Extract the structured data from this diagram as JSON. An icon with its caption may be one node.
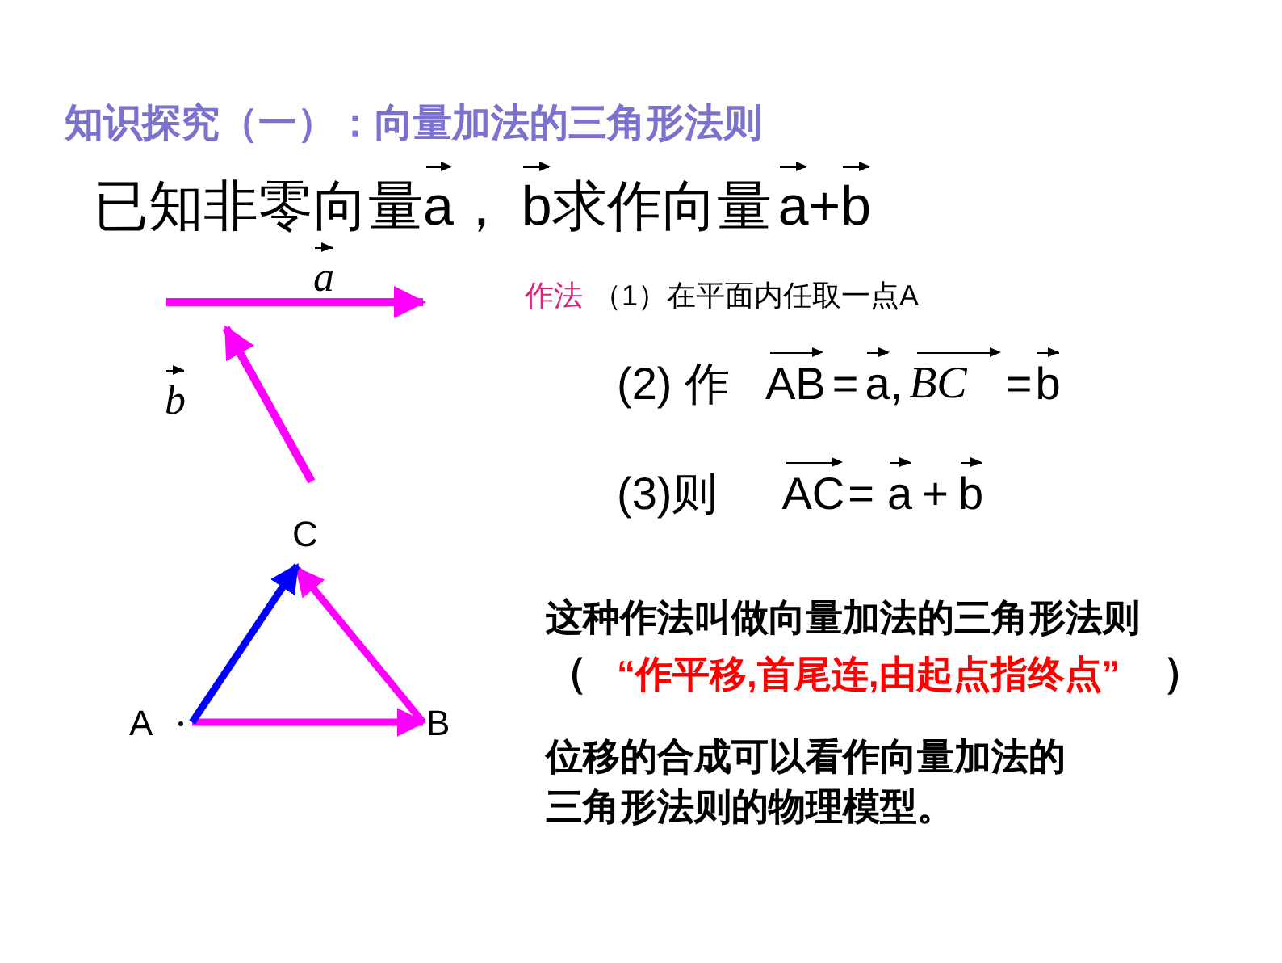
{
  "diagram": {
    "title": "知识探究（一）：向量加法的三角形法则",
    "nodes": [
      {
        "text": [
          "C"
        ]
      },
      {
        "text": [
          "A"
        ]
      },
      {
        "text": [
          "B"
        ]
      }
    ],
    "edges": [
      {
        "from": 1,
        "to": 2,
        "arrow": "to"
      },
      {
        "from": 2,
        "to": 0,
        "arrow": "to"
      },
      {
        "from": 1,
        "to": 0,
        "arrow": "to",
        "color": "#0000ff"
      }
    ],
    "labels": [
      "已知非零向量",
      "a",
      "，",
      "b",
      "求作向量",
      "a",
      "+",
      "b",
      "a",
      "作法",
      "（1）在平面内任取一点A",
      "b",
      "(2) 作",
      "AB",
      "=",
      "a",
      ",",
      "BC",
      "=",
      "b",
      "(3)则",
      "AC",
      "=",
      "a",
      "+",
      "b",
      "这种作法叫做向量加法的三角形法则",
      "（",
      "“作平移,首尾连,由起点指终点”",
      "）",
      "位移的合成可以看作向量加法的三角形法则的物理模型。"
    ]
  }
}
